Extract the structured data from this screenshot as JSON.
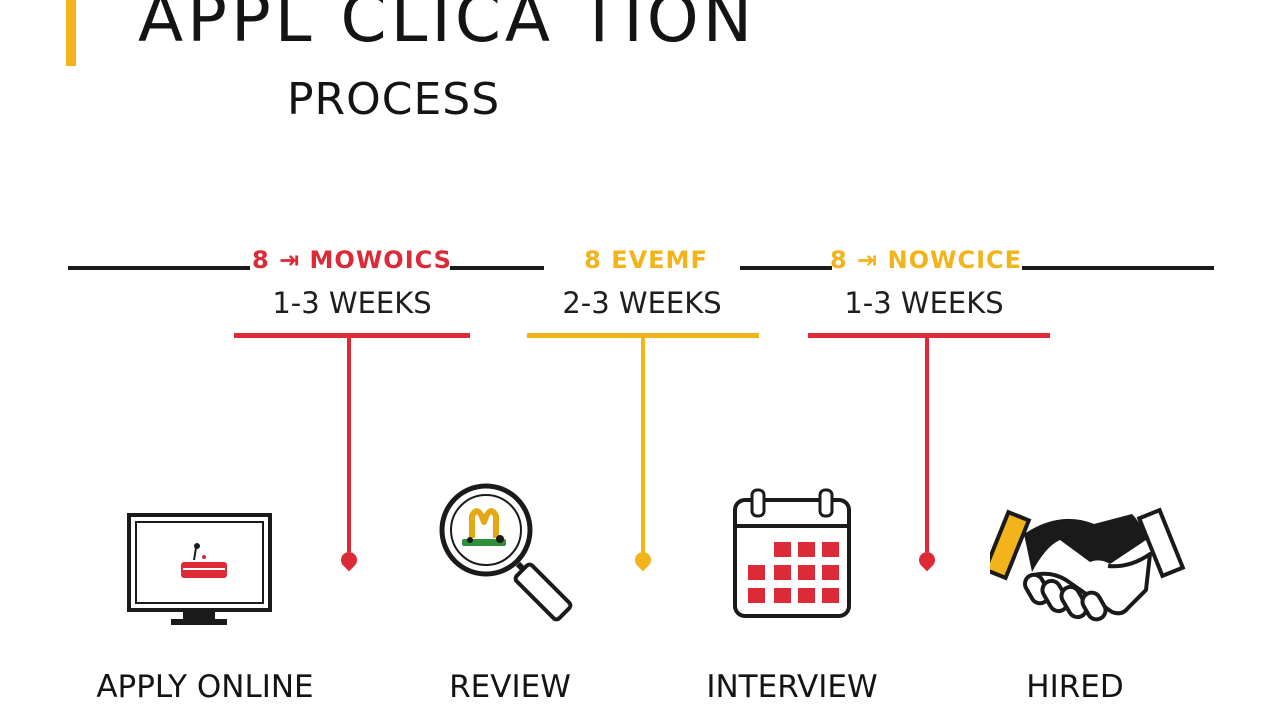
{
  "header": {
    "title": "APPL CLICA TION",
    "subtitle": "PROCESS"
  },
  "colors": {
    "red": "#dc2a36",
    "yellow": "#f2b31b",
    "dark": "#1a1a1a"
  },
  "segments": [
    {
      "code": "8 ⇥ MOWOICS",
      "duration": "1-3 WEEKS",
      "color": "#dc2a36"
    },
    {
      "code": "8 EVEMF",
      "duration": "2-3 WEEKS",
      "color": "#f2b31b"
    },
    {
      "code": "8 ⇥ NOWCICE",
      "duration": "1-3 WEEKS",
      "color": "#dc2a36"
    }
  ],
  "steps": [
    {
      "label": "APPLY ONLINE",
      "icon": "computer-monitor-icon"
    },
    {
      "label": "REVIEW",
      "icon": "magnifying-glass-icon"
    },
    {
      "label": "INTERVIEW",
      "icon": "calendar-icon"
    },
    {
      "label": "HIRED",
      "icon": "handshake-icon"
    }
  ]
}
